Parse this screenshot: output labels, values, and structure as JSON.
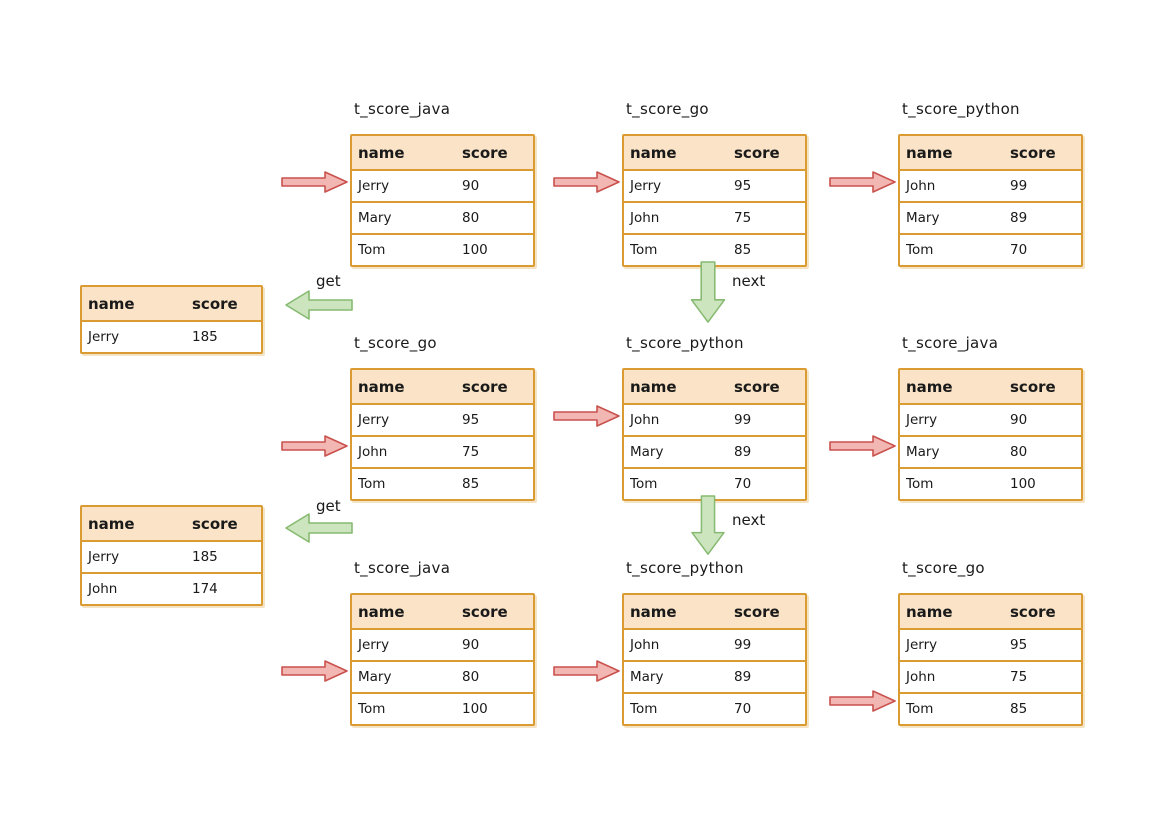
{
  "headers": {
    "name": "name",
    "score": "score"
  },
  "labels": {
    "get": "get",
    "next": "next"
  },
  "colors": {
    "table_border": "#db9b33",
    "header_fill": "#fae3c6",
    "pointer_arrow_fill": "#f3b7b3",
    "pointer_arrow_stroke": "#c9514e",
    "flow_arrow_fill": "#cce5bf",
    "flow_arrow_stroke": "#86ba70"
  },
  "stages": [
    {
      "tables": [
        {
          "title": "t_score_java",
          "pointer_row": 0,
          "rows": [
            {
              "name": "Jerry",
              "score": "90"
            },
            {
              "name": "Mary",
              "score": "80"
            },
            {
              "name": "Tom",
              "score": "100"
            }
          ]
        },
        {
          "title": "t_score_go",
          "pointer_row": 0,
          "rows": [
            {
              "name": "Jerry",
              "score": "95"
            },
            {
              "name": "John",
              "score": "75"
            },
            {
              "name": "Tom",
              "score": "85"
            }
          ]
        },
        {
          "title": "t_score_python",
          "pointer_row": 0,
          "rows": [
            {
              "name": "John",
              "score": "99"
            },
            {
              "name": "Mary",
              "score": "89"
            },
            {
              "name": "Tom",
              "score": "70"
            }
          ]
        }
      ]
    },
    {
      "tables": [
        {
          "title": "t_score_go",
          "pointer_row": 1,
          "rows": [
            {
              "name": "Jerry",
              "score": "95"
            },
            {
              "name": "John",
              "score": "75"
            },
            {
              "name": "Tom",
              "score": "85"
            }
          ]
        },
        {
          "title": "t_score_python",
          "pointer_row": 0,
          "rows": [
            {
              "name": "John",
              "score": "99"
            },
            {
              "name": "Mary",
              "score": "89"
            },
            {
              "name": "Tom",
              "score": "70"
            }
          ]
        },
        {
          "title": "t_score_java",
          "pointer_row": 1,
          "rows": [
            {
              "name": "Jerry",
              "score": "90"
            },
            {
              "name": "Mary",
              "score": "80"
            },
            {
              "name": "Tom",
              "score": "100"
            }
          ]
        }
      ]
    },
    {
      "tables": [
        {
          "title": "t_score_java",
          "pointer_row": 1,
          "rows": [
            {
              "name": "Jerry",
              "score": "90"
            },
            {
              "name": "Mary",
              "score": "80"
            },
            {
              "name": "Tom",
              "score": "100"
            }
          ]
        },
        {
          "title": "t_score_python",
          "pointer_row": 1,
          "rows": [
            {
              "name": "John",
              "score": "99"
            },
            {
              "name": "Mary",
              "score": "89"
            },
            {
              "name": "Tom",
              "score": "70"
            }
          ]
        },
        {
          "title": "t_score_go",
          "pointer_row": 2,
          "rows": [
            {
              "name": "Jerry",
              "score": "95"
            },
            {
              "name": "John",
              "score": "75"
            },
            {
              "name": "Tom",
              "score": "85"
            }
          ]
        }
      ]
    }
  ],
  "results": [
    {
      "rows": [
        {
          "name": "Jerry",
          "score": "185"
        }
      ]
    },
    {
      "rows": [
        {
          "name": "Jerry",
          "score": "185"
        },
        {
          "name": "John",
          "score": "174"
        }
      ]
    }
  ]
}
